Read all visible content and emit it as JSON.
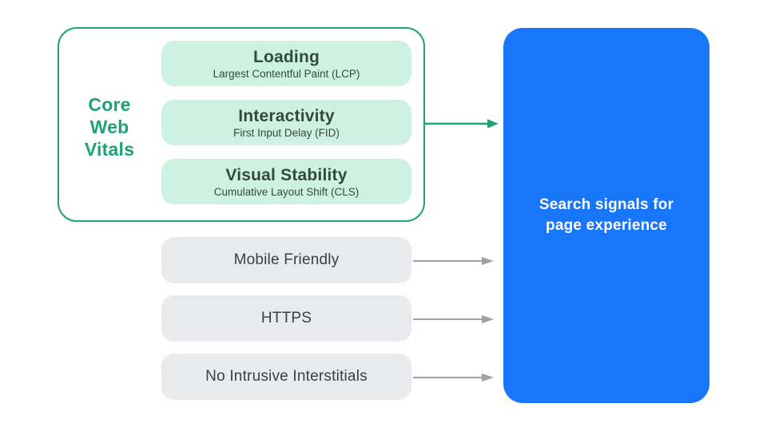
{
  "colors": {
    "green_accent": "#1EA472",
    "green_fill": "#CEF2E2",
    "green_text": "#33493F",
    "gray_fill": "#E9EAED",
    "gray_text": "#3C4043",
    "arrow_gray": "#9AA0A6",
    "blue_fill": "#1876FB",
    "white_text": "#FFFFFF",
    "canvas_bg": "#FFFFFF"
  },
  "core_web_vitals": {
    "label": "Core Web Vitals",
    "items": [
      {
        "title": "Loading",
        "subtitle": "Largest Contentful Paint (LCP)"
      },
      {
        "title": "Interactivity",
        "subtitle": "First Input Delay (FID)"
      },
      {
        "title": "Visual Stability",
        "subtitle": "Cumulative Layout Shift (CLS)"
      }
    ]
  },
  "other_signals": [
    {
      "label": "Mobile Friendly"
    },
    {
      "label": "HTTPS"
    },
    {
      "label": "No Intrusive Interstitials"
    }
  ],
  "result": {
    "label": "Search signals for page experience"
  }
}
